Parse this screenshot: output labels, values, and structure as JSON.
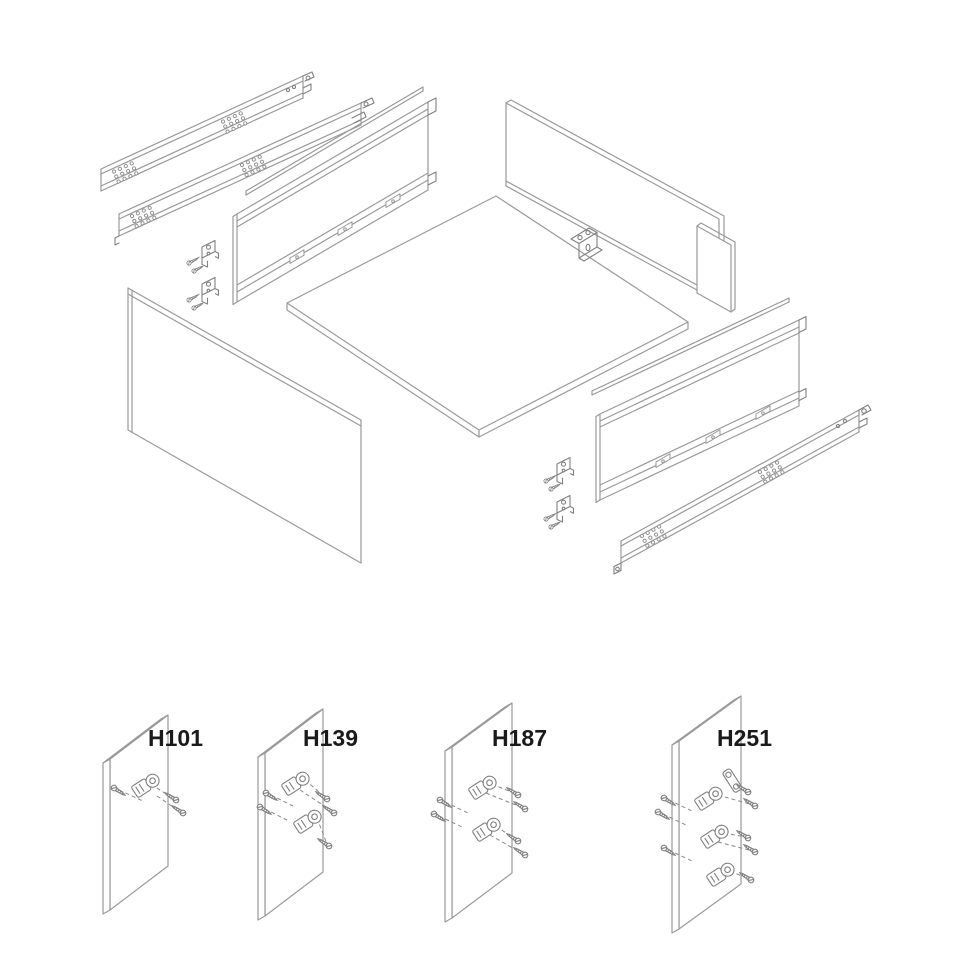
{
  "figure": {
    "colors": {
      "line": "#9a9a9a",
      "hardware": "#808080",
      "label": "#1a1a1a",
      "background": "#ffffff"
    },
    "details": [
      {
        "label": "H101"
      },
      {
        "label": "H139"
      },
      {
        "label": "H187"
      },
      {
        "label": "H251"
      }
    ]
  }
}
